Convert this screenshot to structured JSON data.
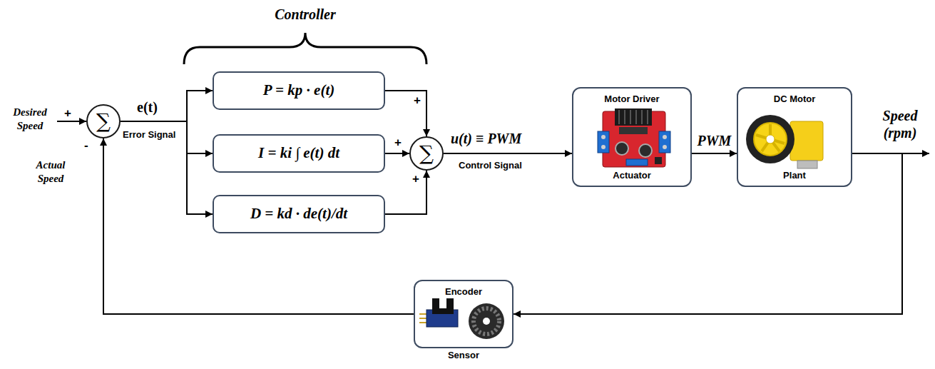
{
  "diagram": {
    "nodes": [
      {
        "text": [
          "∑"
        ]
      },
      {
        "text": [
          "P = kp · e(t)"
        ]
      },
      {
        "text": [
          "I = ki ∫ e(t) dt"
        ]
      },
      {
        "text": [
          "D = kd · de(t)/dt"
        ]
      },
      {
        "text": [
          "∑"
        ]
      },
      {
        "text": [
          "Motor Driver",
          "Actuator"
        ]
      },
      {
        "text": [
          "DC Motor",
          "Plant"
        ]
      },
      {
        "text": [
          "Encoder",
          "Sensor"
        ]
      }
    ],
    "edges": [
      {
        "from": 0,
        "to": 1,
        "arrow": "to"
      },
      {
        "from": 0,
        "to": 2,
        "arrow": "to"
      },
      {
        "from": 0,
        "to": 3,
        "arrow": "to"
      },
      {
        "from": 1,
        "to": 4,
        "arrow": "to"
      },
      {
        "from": 2,
        "to": 4,
        "arrow": "to"
      },
      {
        "from": 3,
        "to": 4,
        "arrow": "to"
      },
      {
        "from": 4,
        "to": 5,
        "arrow": "to"
      },
      {
        "from": 5,
        "to": 6,
        "label": "PWM",
        "arrow": "to"
      },
      {
        "from": 6,
        "to": 7,
        "arrow": "to"
      },
      {
        "from": 7,
        "to": 0,
        "arrow": "to"
      }
    ],
    "labels": [
      "Controller",
      "Desired Speed",
      "+",
      "-",
      "e(t)",
      "Error Signal",
      "+",
      "+",
      "+",
      "u(t) ≡ PWM",
      "Control Signal",
      "Speed (rpm)",
      "Actual Speed"
    ]
  }
}
